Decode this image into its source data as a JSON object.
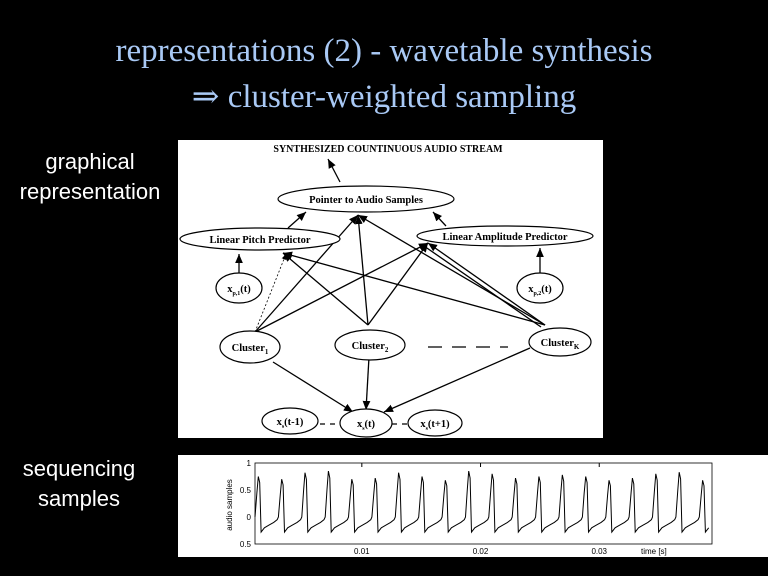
{
  "slide": {
    "title_line1": "representations (2) - wavetable synthesis",
    "title_line2": "⇒ cluster-weighted sampling",
    "label_graphical": [
      "graphical",
      "representation"
    ],
    "label_sequencing": [
      "sequencing",
      "samples"
    ],
    "title_color": "#a9c9f5"
  },
  "diagram": {
    "output_label": "SYNTHESIZED COUNTINUOUS AUDIO STREAM",
    "pointer": "Pointer to Audio Samples",
    "pitch_predictor": "Linear Pitch Predictor",
    "amplitude_predictor": "Linear Amplitude Predictor",
    "xp1": "x",
    "xp1_sub": "p,1",
    "xp2": "x",
    "xp2_sub": "p,2",
    "input_suffix": "(t)",
    "cluster": "Cluster",
    "cluster1_sub": "1",
    "cluster2_sub": "2",
    "clusterk_sub": "K",
    "xs": "x",
    "xs_sub": "s",
    "xs_prev_suffix": "(t-1)",
    "xs_now_suffix": "(t)",
    "xs_next_suffix": "(t+1)"
  },
  "chart_data": {
    "type": "line",
    "title": "",
    "xlabel": "time [s]",
    "ylabel": "audio samples",
    "xlim": [
      0.001,
      0.0395
    ],
    "ylim": [
      -0.5,
      1
    ],
    "x_ticks": [
      "0.01",
      "0.02",
      "0.03"
    ],
    "x_tick_values": [
      0.01,
      0.02,
      0.03
    ],
    "y_ticks": [
      "1",
      "0.5",
      "0",
      "0.5"
    ],
    "y_tick_values": [
      1,
      0.5,
      0,
      -0.5
    ],
    "period_s": 0.00197,
    "peak_values": [
      0.75,
      0.7,
      0.82,
      0.85,
      0.7,
      0.72,
      0.82,
      0.75,
      0.68,
      0.85,
      0.8,
      0.72,
      0.75,
      0.78,
      0.75,
      0.68,
      0.72,
      0.8,
      0.83,
      0.68
    ],
    "trough_value": -0.28,
    "baseline_value": -0.15
  }
}
